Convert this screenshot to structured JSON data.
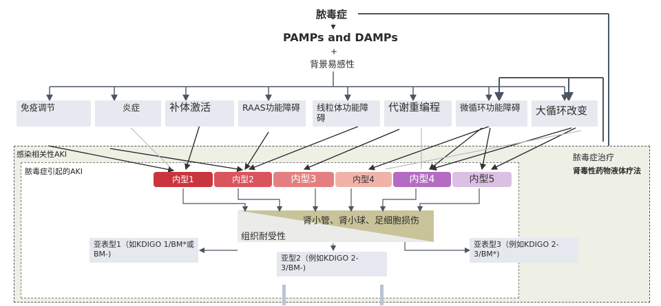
{
  "top": {
    "sepsis": "脓毒症",
    "pamps": "PAMPs and DAMPs",
    "plus": "+",
    "susceptibility": "背景易感性"
  },
  "mechanisms": [
    {
      "label": "免疫调节"
    },
    {
      "label": "炎症"
    },
    {
      "label": "补体激活"
    },
    {
      "label": "RAAS功能障碍"
    },
    {
      "label": "线粒体功能障碍"
    },
    {
      "label": "代谢重编程"
    },
    {
      "label": "微循环功能障碍"
    },
    {
      "label": "大循环改变"
    }
  ],
  "regions": {
    "infection_aki": "感染相关性AKI",
    "sepsis_aki": "脓毒症引起的AKI"
  },
  "treatment": {
    "sepsis_treatment": "脓毒症治疗",
    "nephrotoxic": "肾毒性药物液体疗法"
  },
  "phenotypes": [
    {
      "label": "内型1",
      "color": "#c9353f"
    },
    {
      "label": "内型2",
      "color": "#d9545c"
    },
    {
      "label": "内型3",
      "color": "#e47f80"
    },
    {
      "label": "内型4",
      "color": "#f1b3a8"
    },
    {
      "label": "内型4",
      "color": "#b46cc2"
    },
    {
      "label": "内型5",
      "color": "#dcc0e4"
    }
  ],
  "damage": {
    "injury": "肾小管、肾小球、足细胞损伤",
    "tolerance": "组织耐受性"
  },
  "subtypes": [
    {
      "label": "亚表型1（如KDIGO 1/BM*或BM-)"
    },
    {
      "label": "亚型2（例如KDIGO 2-3/BM-)"
    },
    {
      "label": "亚表型3（例如KDIGO 2-3/BM*)"
    }
  ],
  "colors": {
    "line": "#4a5563",
    "box": "#e6e9ef",
    "region_bg": "#eef0e6",
    "wedge": "#c9c39a"
  }
}
